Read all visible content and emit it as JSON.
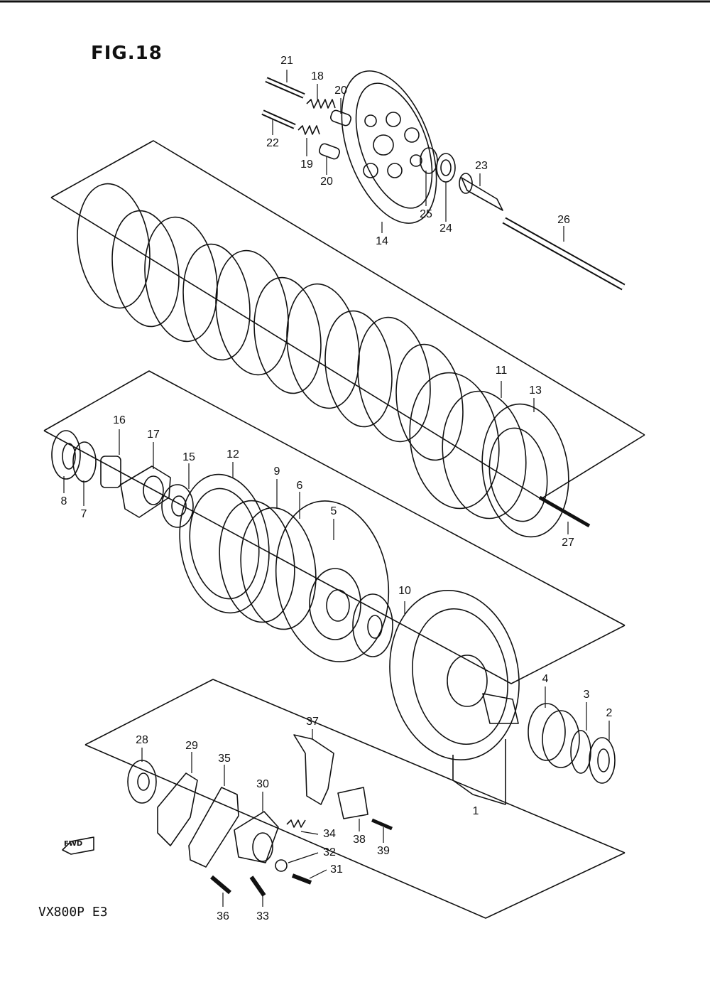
{
  "figure": {
    "title": "FIG.18",
    "model_code": "VX800P  E3",
    "fwd_label": "FWD"
  },
  "callouts": [
    {
      "id": "c21",
      "text": "21"
    },
    {
      "id": "c18",
      "text": "18"
    },
    {
      "id": "c20a",
      "text": "20"
    },
    {
      "id": "c22",
      "text": "22"
    },
    {
      "id": "c19",
      "text": "19"
    },
    {
      "id": "c20b",
      "text": "20"
    },
    {
      "id": "c23",
      "text": "23"
    },
    {
      "id": "c25",
      "text": "25"
    },
    {
      "id": "c24",
      "text": "24"
    },
    {
      "id": "c14",
      "text": "14"
    },
    {
      "id": "c26",
      "text": "26"
    },
    {
      "id": "c11",
      "text": "11"
    },
    {
      "id": "c13",
      "text": "13"
    },
    {
      "id": "c16",
      "text": "16"
    },
    {
      "id": "c17",
      "text": "17"
    },
    {
      "id": "c15",
      "text": "15"
    },
    {
      "id": "c12",
      "text": "12"
    },
    {
      "id": "c9",
      "text": "9"
    },
    {
      "id": "c6",
      "text": "6"
    },
    {
      "id": "c5",
      "text": "5"
    },
    {
      "id": "c8",
      "text": "8"
    },
    {
      "id": "c7",
      "text": "7"
    },
    {
      "id": "c27",
      "text": "27"
    },
    {
      "id": "c10",
      "text": "10"
    },
    {
      "id": "c4",
      "text": "4"
    },
    {
      "id": "c3",
      "text": "3"
    },
    {
      "id": "c2",
      "text": "2"
    },
    {
      "id": "c1",
      "text": "1"
    },
    {
      "id": "c28",
      "text": "28"
    },
    {
      "id": "c29",
      "text": "29"
    },
    {
      "id": "c35",
      "text": "35"
    },
    {
      "id": "c37",
      "text": "37"
    },
    {
      "id": "c30",
      "text": "30"
    },
    {
      "id": "c34",
      "text": "34"
    },
    {
      "id": "c32",
      "text": "32"
    },
    {
      "id": "c31",
      "text": "31"
    },
    {
      "id": "c38",
      "text": "38"
    },
    {
      "id": "c39",
      "text": "39"
    },
    {
      "id": "c36",
      "text": "36"
    },
    {
      "id": "c33",
      "text": "33"
    }
  ]
}
